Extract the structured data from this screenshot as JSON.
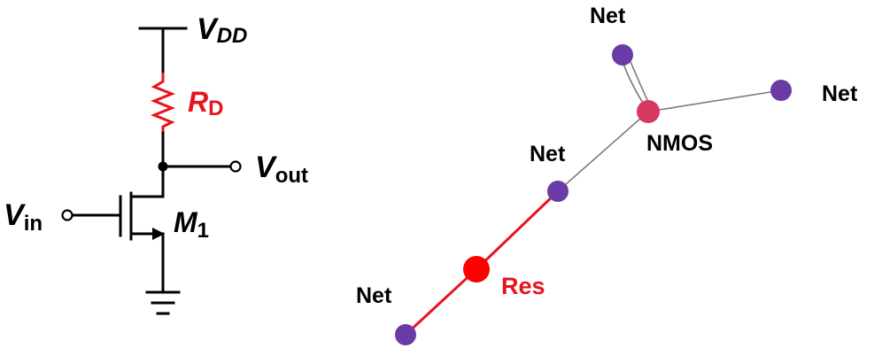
{
  "schematic": {
    "vdd_main": "V",
    "vdd_sub": "DD",
    "rd_main": "R",
    "rd_sub": "D",
    "vout_main": "V",
    "vout_sub": "out",
    "vin_main": "V",
    "vin_sub": "in",
    "m1_main": "M",
    "m1_sub": "1"
  },
  "graph": {
    "net_top": "Net",
    "net_right": "Net",
    "net_mid": "Net",
    "net_bottom": "Net",
    "nmos": "NMOS",
    "res": "Res"
  },
  "colors": {
    "highlight": "#e8141b",
    "net_node": "#6a3aa6",
    "nmos_node": "#d8375f",
    "res_node": "#ff0000",
    "edge": "#7a7a7a"
  }
}
